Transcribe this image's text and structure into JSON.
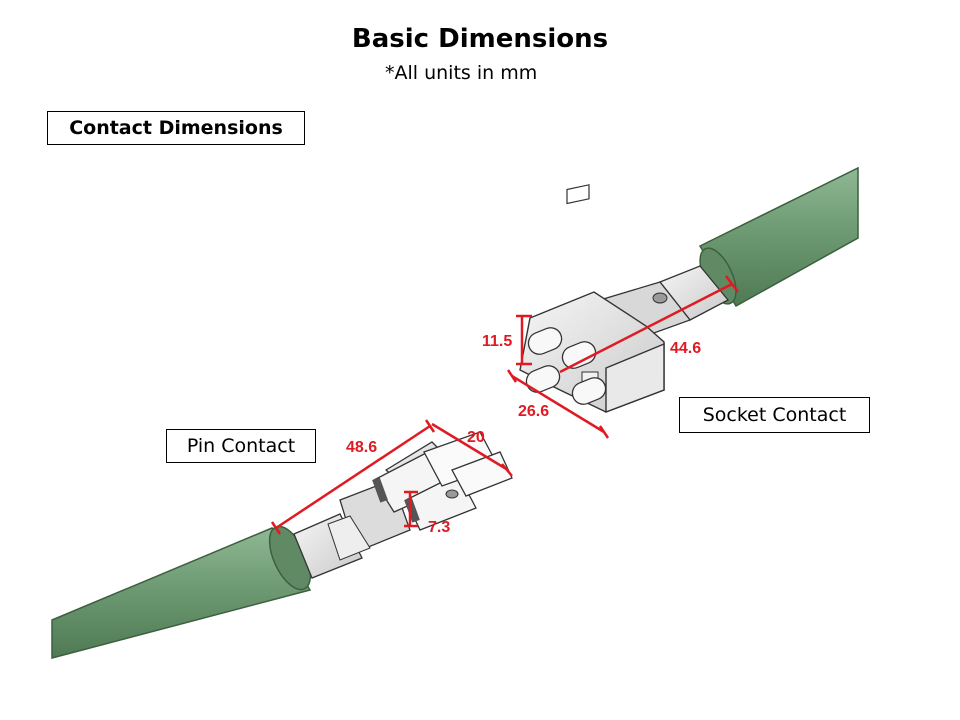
{
  "header": {
    "title": "Basic Dimensions",
    "subtitle": "*All units in mm"
  },
  "section_label": "Contact Dimensions",
  "labels": {
    "socket": "Socket Contact",
    "pin": "Pin Contact"
  },
  "dimensions": {
    "socket_height": "11.5",
    "socket_length": "44.6",
    "socket_width": "26.6",
    "pin_length": "48.6",
    "pin_width": "20",
    "pin_height": "7.3"
  },
  "colors": {
    "cable": "#6e9b73",
    "cable_outline": "#3d5f40",
    "metal": "#e4e4e4",
    "dimension": "#e01a22"
  }
}
